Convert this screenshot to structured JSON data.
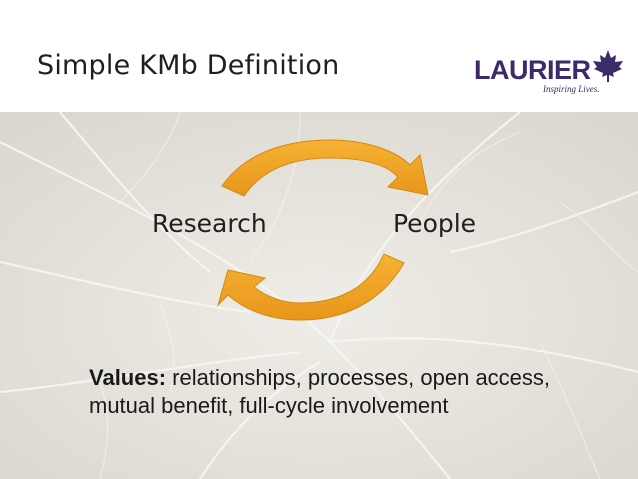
{
  "slide": {
    "title": "Simple KMb Definition",
    "logo": {
      "wordmark": "LAURIER",
      "tagline": "Inspiring Lives.",
      "icon": "maple-leaf-icon",
      "color": "#3d2a6b"
    },
    "diagram": {
      "nodes": [
        "Research",
        "People"
      ],
      "arrow_color": "#f0a21e",
      "arrow_outline": "#d48a10",
      "arrows": [
        {
          "from": "Research",
          "to": "People",
          "direction": "top, clockwise"
        },
        {
          "from": "People",
          "to": "Research",
          "direction": "bottom, clockwise"
        }
      ]
    },
    "values": {
      "label": "Values:",
      "text": " relationships, processes, open access, mutual benefit, full-cycle involvement"
    },
    "background_color": "#e7e4dc"
  }
}
